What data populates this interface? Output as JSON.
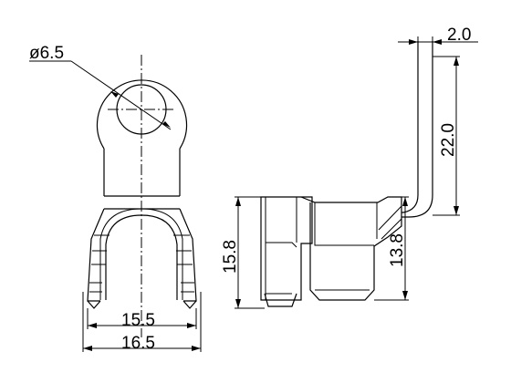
{
  "dimensions": {
    "hole_diameter": "ø6.5",
    "thickness": "2.0",
    "height_vertical": "22.0",
    "left_height": "15.8",
    "right_height": "13.8",
    "inner_width": "15.5",
    "outer_width": "16.5"
  }
}
